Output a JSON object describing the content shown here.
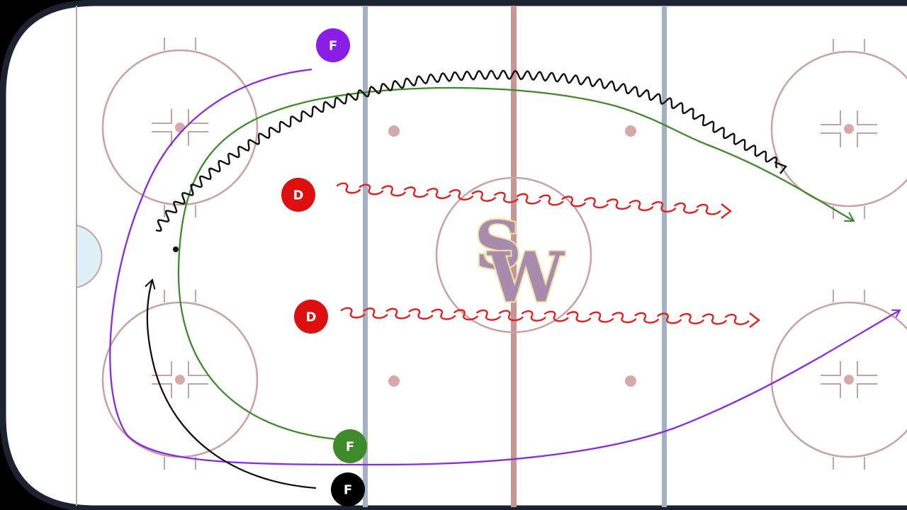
{
  "diagram": {
    "colors": {
      "board": "#ffffff",
      "board_border": "#1c2230",
      "outside": "#000000",
      "line_red": "#c9a2a2",
      "center_line": "#c99595",
      "blue_line": "#a4b1c2",
      "dot": "#d7aaaa",
      "crease": "#dff0f8",
      "path_purple": "#8a2be2",
      "path_green": "#3f8a2a",
      "path_black": "#111111",
      "path_red": "#e12020",
      "logo_fill": "#a98bae",
      "logo_outline": "#f0e2a0"
    },
    "logo": {
      "line1": "S",
      "line2": "W"
    },
    "players": [
      {
        "id": "f-purple",
        "label": "F",
        "color": "#8a1ee6"
      },
      {
        "id": "d-top",
        "label": "D",
        "color": "#dd0f0f"
      },
      {
        "id": "d-bottom",
        "label": "D",
        "color": "#dd0f0f"
      },
      {
        "id": "f-green",
        "label": "F",
        "color": "#3e8a2a"
      },
      {
        "id": "f-black",
        "label": "F",
        "color": "#000000"
      }
    ],
    "paths": [
      {
        "id": "f-purple-skate",
        "kind": "skate",
        "color": "#8a2be2"
      },
      {
        "id": "f-black-skate-pass",
        "kind": "skate",
        "color": "#111111"
      },
      {
        "id": "f-green-skate",
        "kind": "skate",
        "color": "#3f8a2a"
      },
      {
        "id": "puck-carry",
        "kind": "carry",
        "color": "#111111"
      },
      {
        "id": "d-top-backward",
        "kind": "backward-skate",
        "color": "#e12020"
      },
      {
        "id": "d-bottom-backward",
        "kind": "backward-skate",
        "color": "#e12020"
      }
    ]
  }
}
